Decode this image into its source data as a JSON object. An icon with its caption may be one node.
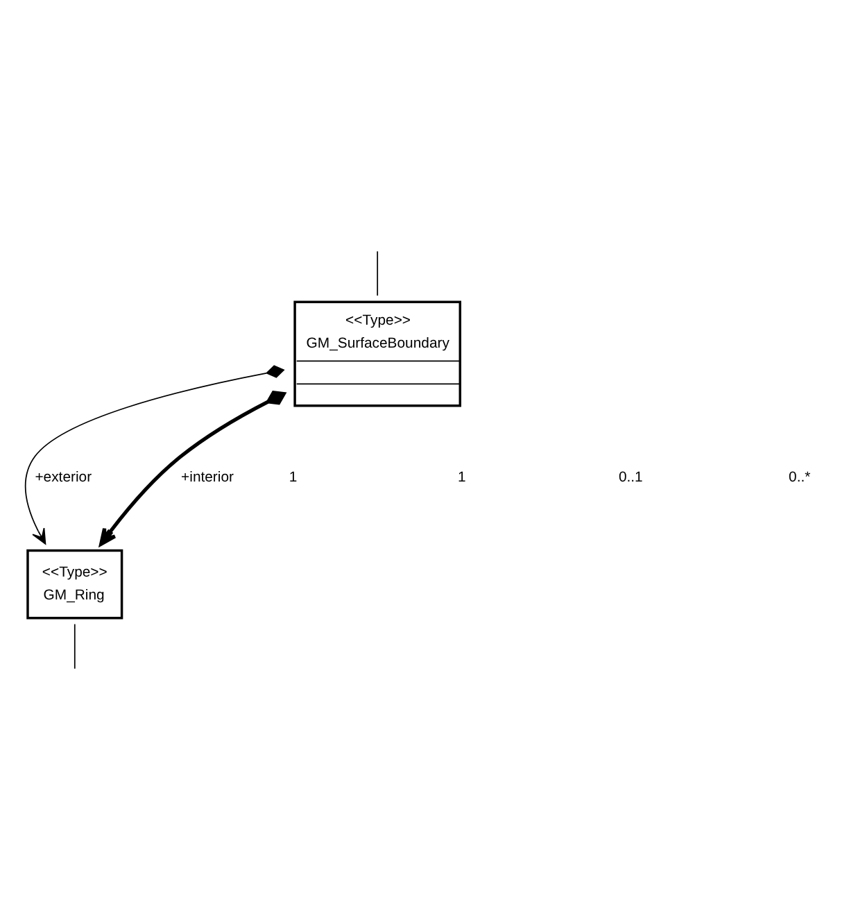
{
  "diagram": {
    "nodes": [
      {
        "text": [
          "<<Type>>",
          "GM_SurfaceBoundary"
        ]
      },
      {
        "text": [
          "<<Type>>",
          "GM_Ring"
        ]
      }
    ],
    "edges": [
      {
        "from": null,
        "to": 0,
        "arrow": "none"
      },
      {
        "from": 0,
        "to": 1,
        "arrow": "to",
        "label": "+exterior"
      },
      {
        "from": 0,
        "to": 1,
        "arrow": "to",
        "label": "+interior",
        "style": "thick"
      },
      {
        "from": 1,
        "to": null,
        "arrow": "none"
      }
    ],
    "labels": [
      "1",
      "1",
      "0..1",
      "0..*"
    ]
  }
}
